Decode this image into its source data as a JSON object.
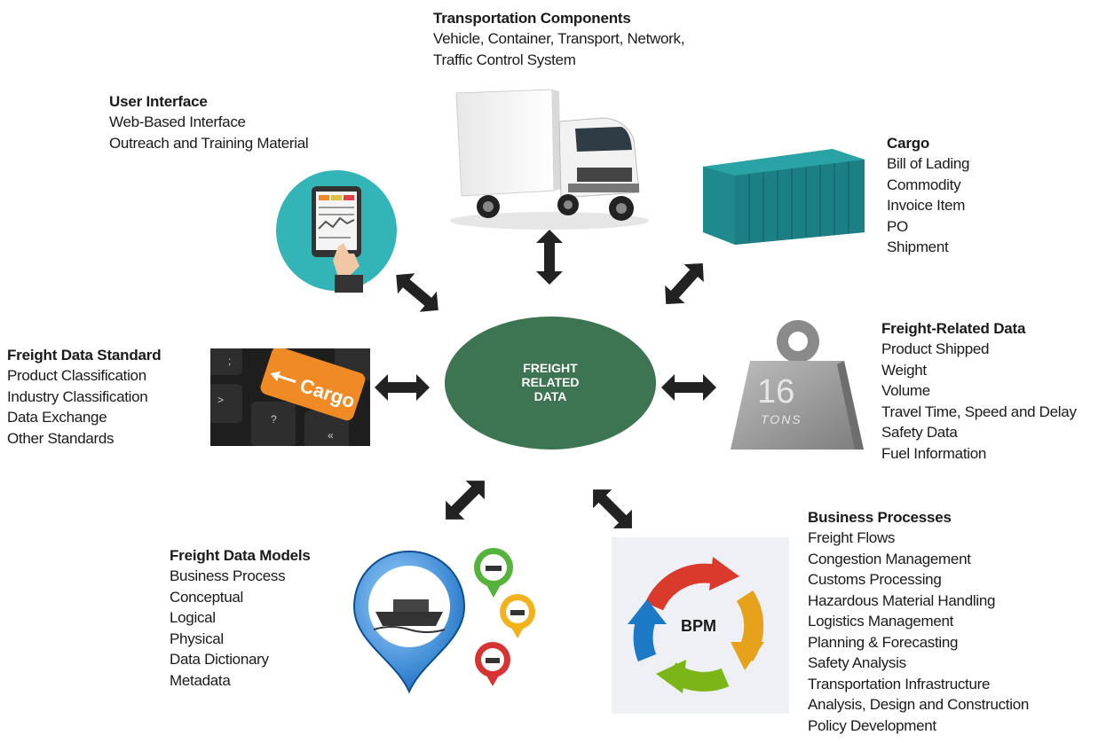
{
  "center": {
    "lines": [
      "FREIGHT",
      "RELATED",
      "DATA"
    ],
    "color": "#3d7451"
  },
  "blocks": {
    "transport": {
      "title": "Transportation Components",
      "lines": [
        "Vehicle, Container, Transport, Network,",
        "Traffic Control System"
      ]
    },
    "ui": {
      "title": "User Interface",
      "lines": [
        "Web-Based Interface",
        "Outreach and Training Material"
      ]
    },
    "cargo": {
      "title": "Cargo",
      "lines": [
        "Bill of Lading",
        "Commodity",
        "Invoice Item",
        "PO",
        "Shipment"
      ]
    },
    "standard": {
      "title": "Freight Data Standard",
      "lines": [
        "Product Classification",
        "Industry Classification",
        "Data Exchange",
        "Other Standards"
      ]
    },
    "related": {
      "title": "Freight-Related Data",
      "lines": [
        "Product Shipped",
        "Weight",
        "Volume",
        "Travel Time, Speed and Delay",
        "Safety Data",
        "Fuel Information"
      ]
    },
    "models": {
      "title": "Freight Data Models",
      "lines": [
        "Business Process",
        "Conceptual",
        "Logical",
        "Physical",
        "Data Dictionary",
        "Metadata"
      ]
    },
    "business": {
      "title": "Business Processes",
      "lines": [
        "Freight Flows",
        "Congestion Management",
        "Customs Processing",
        "Hazardous Material Handling",
        "Logistics Management",
        "Planning & Forecasting",
        "Safety Analysis",
        "Transportation Infrastructure",
        "Analysis, Design and Construction",
        "Policy Development"
      ]
    }
  },
  "images": {
    "cargo_key_label": "Cargo",
    "weight_number": "16",
    "weight_unit": "TONS",
    "bpm_label": "BPM"
  },
  "colors": {
    "arrow": "#222222",
    "container": "#1f8a8e",
    "ui_circle": "#33b5b8",
    "weight": "#9a9a9a",
    "key": "#f08a24"
  }
}
